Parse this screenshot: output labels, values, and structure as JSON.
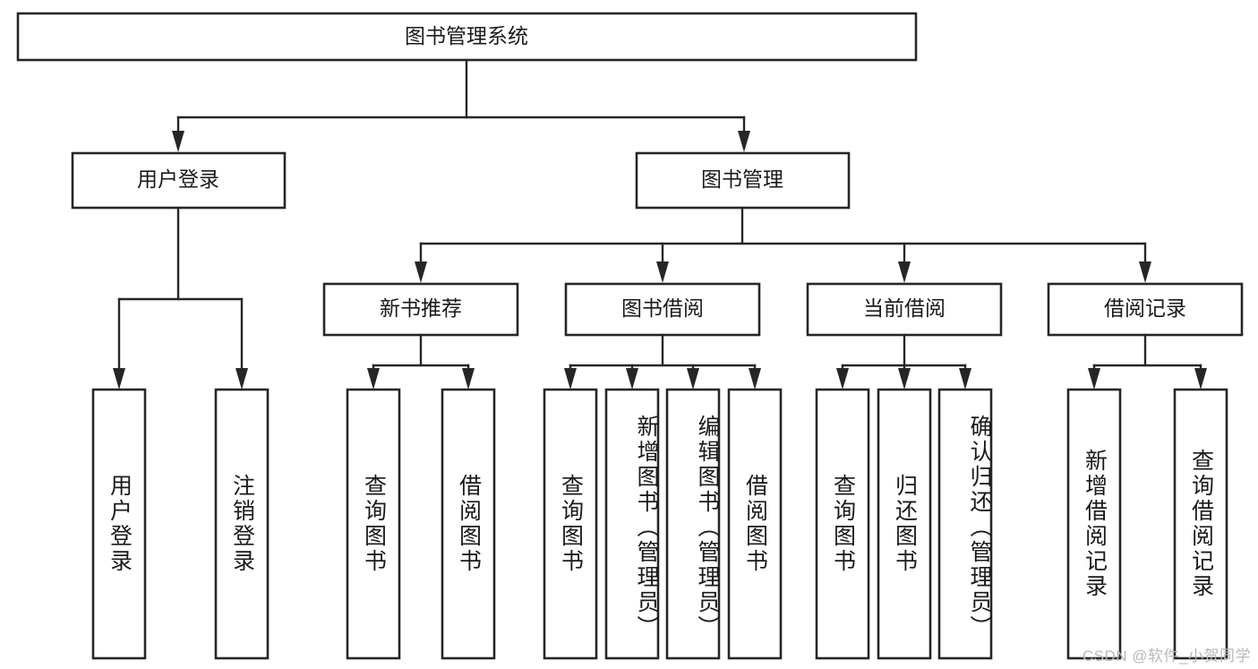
{
  "diagram": {
    "title": "图书管理系统",
    "type": "tree-hierarchy-chart",
    "orientation": "top-down",
    "colors": {
      "box_stroke": "#262626",
      "box_fill": "#ffffff",
      "connector": "#262626",
      "text": "#1a1a1a",
      "watermark": "#b8b8b8",
      "background": "#ffffff"
    },
    "root": {
      "label": "图书管理系统"
    },
    "level2": [
      {
        "id": "user-login",
        "label": "用户登录"
      },
      {
        "id": "book-management",
        "label": "图书管理"
      }
    ],
    "level3": [
      {
        "id": "new-book-recommend",
        "label": "新书推荐",
        "parent": "book-management"
      },
      {
        "id": "book-borrow",
        "label": "图书借阅",
        "parent": "book-management"
      },
      {
        "id": "current-borrow",
        "label": "当前借阅",
        "parent": "book-management"
      },
      {
        "id": "borrow-record",
        "label": "借阅记录",
        "parent": "book-management"
      }
    ],
    "leaves": {
      "user-login": [
        {
          "id": "leaf-user-login",
          "label": "用户登录"
        },
        {
          "id": "leaf-logout",
          "label": "注销登录"
        }
      ],
      "new-book-recommend": [
        {
          "id": "leaf-query-book-1",
          "label": "查询图书"
        },
        {
          "id": "leaf-borrow-book-1",
          "label": "借阅图书"
        }
      ],
      "book-borrow": [
        {
          "id": "leaf-query-book-2",
          "label": "查询图书"
        },
        {
          "id": "leaf-add-book",
          "label": "新增图书（管理员）"
        },
        {
          "id": "leaf-edit-book",
          "label": "编辑图书（管理员）"
        },
        {
          "id": "leaf-borrow-book-2",
          "label": "借阅图书"
        }
      ],
      "current-borrow": [
        {
          "id": "leaf-query-book-3",
          "label": "查询图书"
        },
        {
          "id": "leaf-return-book",
          "label": "归还图书"
        },
        {
          "id": "leaf-confirm-return",
          "label": "确认归还（管理员）"
        }
      ],
      "borrow-record": [
        {
          "id": "leaf-add-record",
          "label": "新增借阅记录"
        },
        {
          "id": "leaf-query-record",
          "label": "查询借阅记录"
        }
      ]
    }
  },
  "watermark": {
    "text": "CSDN @软件_小贺同学"
  }
}
